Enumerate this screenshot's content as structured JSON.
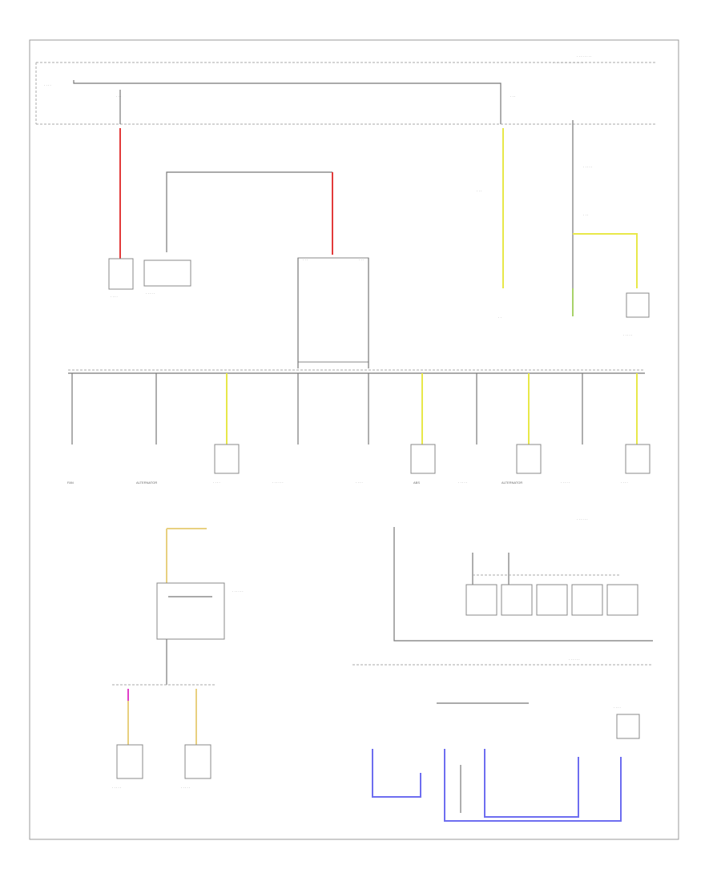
{
  "diagram": {
    "footer_label": "",
    "labels": {
      "alternator": "ALTERNATOR",
      "alternator2": "ALTERNATOR",
      "abs": "ABS",
      "fan": "FAN"
    }
  },
  "colors": {
    "red": "#e23b3b",
    "yellow": "#e8e84a",
    "green": "#a8d26a",
    "pink": "#e040c8",
    "purple": "#6e6ef0",
    "tan": "#e8d080",
    "wire": "#777777",
    "frame": "#999999"
  }
}
